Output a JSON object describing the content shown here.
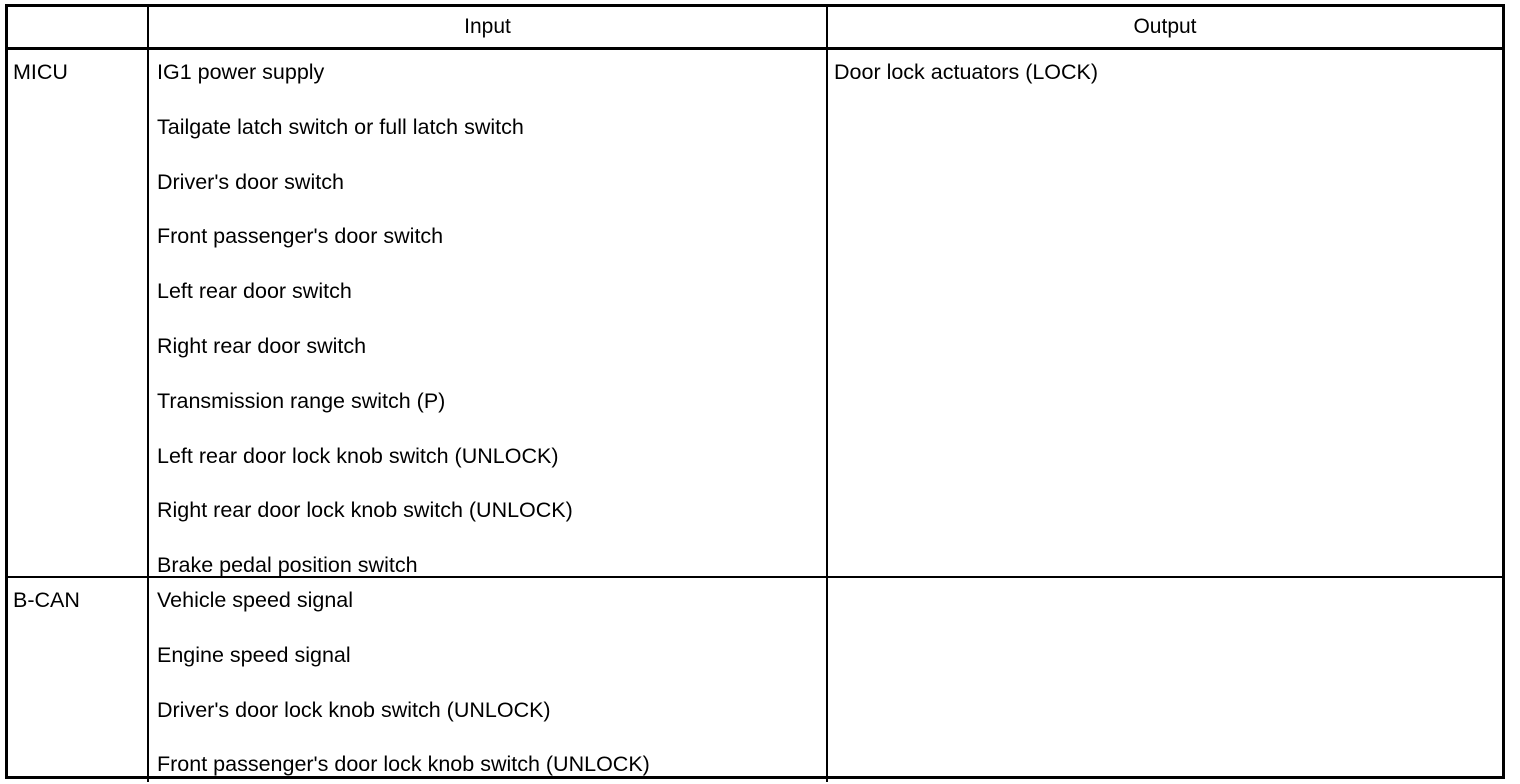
{
  "table": {
    "headers": {
      "blank": "",
      "input": "Input",
      "output": "Output"
    },
    "rows": [
      {
        "source": "MICU",
        "inputs": [
          "IG1 power supply",
          "Tailgate latch switch or full latch switch",
          "Driver's door switch",
          "Front passenger's door switch",
          "Left rear door switch",
          "Right rear door switch",
          "Transmission range switch (P)",
          "Left rear door lock knob switch (UNLOCK)",
          "Right rear door lock knob switch (UNLOCK)",
          "Brake pedal position switch"
        ],
        "outputs": [
          "Door lock actuators (LOCK)"
        ]
      },
      {
        "source": "B-CAN",
        "inputs": [
          "Vehicle speed signal",
          "Engine speed signal",
          "Driver's door lock knob switch (UNLOCK)",
          "Front passenger's door lock knob switch (UNLOCK)"
        ],
        "outputs": []
      }
    ]
  },
  "colors": {
    "border": "#000000",
    "text": "#000000",
    "background": "#ffffff"
  }
}
